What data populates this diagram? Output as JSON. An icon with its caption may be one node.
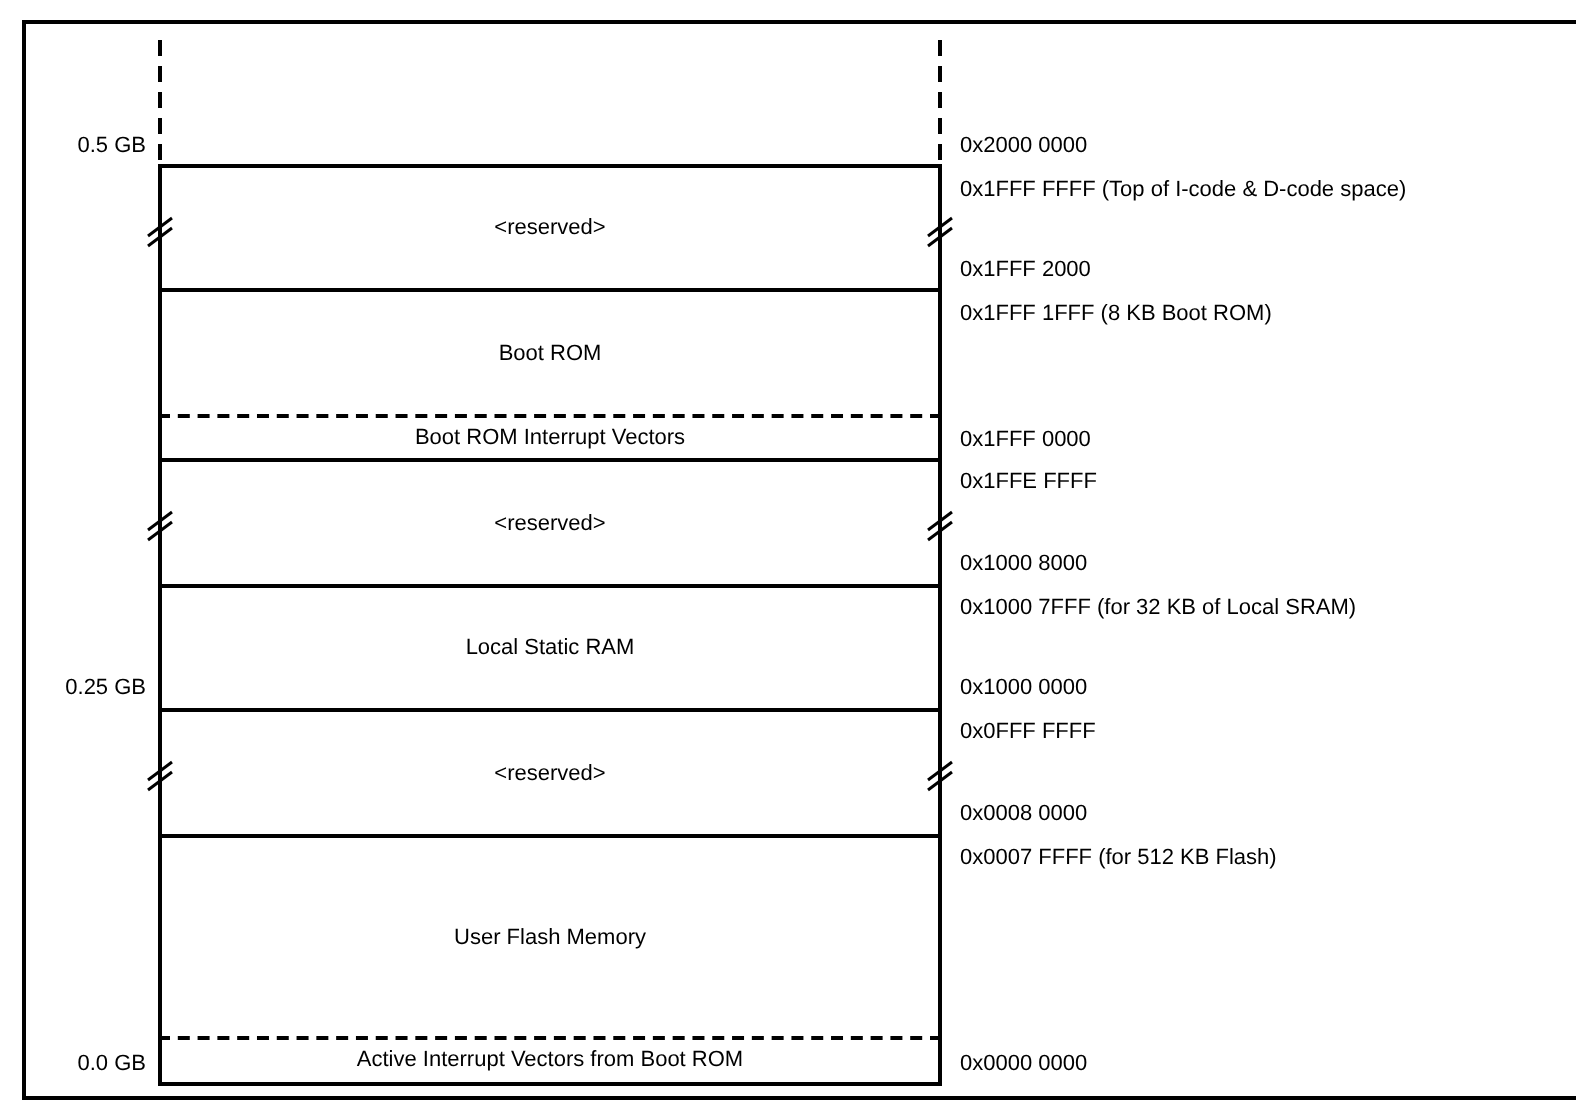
{
  "diagram": {
    "nodes": [
      {
        "text": [
          "<reserved>"
        ]
      },
      {
        "text": [
          "Boot ROM"
        ]
      },
      {
        "text": [
          "Boot ROM Interrupt Vectors"
        ]
      },
      {
        "text": [
          "<reserved>"
        ]
      },
      {
        "text": [
          "Local Static RAM"
        ]
      },
      {
        "text": [
          "<reserved>"
        ]
      },
      {
        "text": [
          "User Flash Memory"
        ]
      },
      {
        "text": [
          "Active Interrupt Vectors from Boot ROM"
        ]
      }
    ],
    "edges": [],
    "labels": [
      "0.5 GB",
      "0x2000 0000",
      "0x1FFF FFFF (Top of I-code & D-code space)",
      "0x1FFF 2000",
      "0x1FFF 1FFF (8 KB Boot ROM)",
      "0x1FFF 0000",
      "0x1FFE FFFF",
      "0x1000 8000",
      "0x1000 7FFF (for 32 KB of Local SRAM)",
      "0.25 GB",
      "0x1000 0000",
      "0x0FFF FFFF",
      "0x0008 0000",
      "0x0007 FFFF (for 512 KB Flash)",
      "0.0 GB",
      "0x0000 0000"
    ]
  }
}
